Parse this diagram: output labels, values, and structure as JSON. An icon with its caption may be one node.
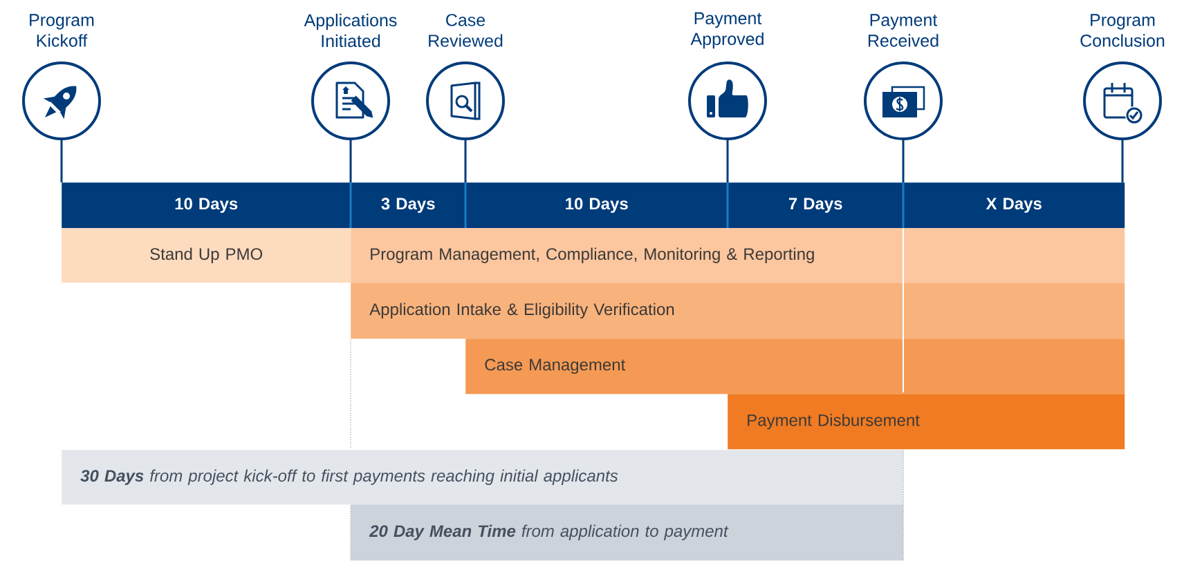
{
  "diagram": {
    "nodes": [
      {
        "text": [
          "Program Kickoff"
        ]
      },
      {
        "text": [
          "Applications Initiated"
        ]
      },
      {
        "text": [
          "Case Reviewed"
        ]
      },
      {
        "text": [
          "Payment Approved"
        ]
      },
      {
        "text": [
          "Payment Received"
        ]
      },
      {
        "text": [
          "Program Conclusion"
        ]
      },
      {
        "text": [
          "10 Days"
        ]
      },
      {
        "text": [
          "3 Days"
        ]
      },
      {
        "text": [
          "10 Days"
        ]
      },
      {
        "text": [
          "7 Days"
        ]
      },
      {
        "text": [
          "X Days"
        ]
      },
      {
        "text": [
          "Stand Up PMO"
        ]
      },
      {
        "text": [
          "Program Management, Compliance, Monitoring & Reporting"
        ]
      },
      {
        "text": [
          "Application Intake & Eligibility Verification"
        ]
      },
      {
        "text": [
          "Case Management"
        ]
      },
      {
        "text": [
          "Payment Disbursement"
        ]
      },
      {
        "text": [
          "**30 Days** from project kick-off to first payments reaching initial applicants"
        ]
      },
      {
        "text": [
          "**20 Day Mean Time** from application to payment"
        ]
      }
    ],
    "edges": [
      {
        "from": 0,
        "to": 6,
        "arrow": "none"
      },
      {
        "from": 1,
        "to": 7,
        "arrow": "none"
      },
      {
        "from": 2,
        "to": 7,
        "arrow": "none"
      },
      {
        "from": 3,
        "to": 9,
        "arrow": "none"
      },
      {
        "from": 4,
        "to": 9,
        "arrow": "none"
      },
      {
        "from": 5,
        "to": 10,
        "arrow": "none"
      }
    ]
  }
}
